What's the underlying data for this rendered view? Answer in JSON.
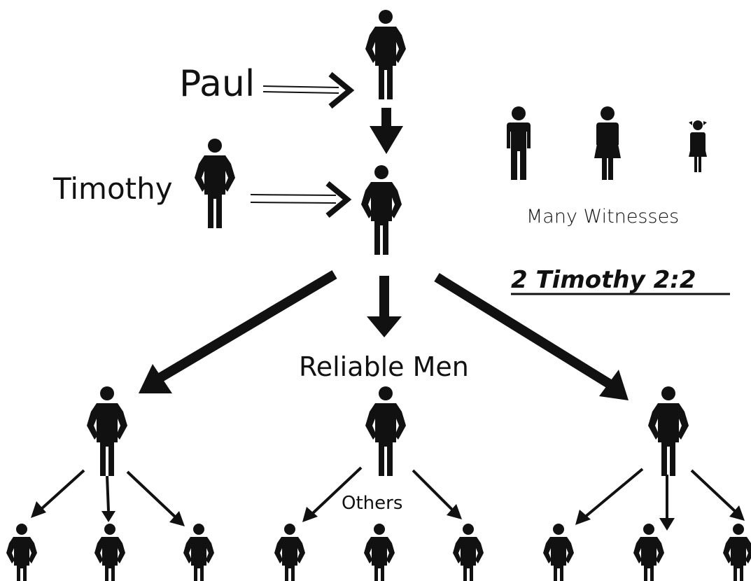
{
  "labels": {
    "paul": "Paul",
    "timothy": "Timothy",
    "reliable_men": "Reliable Men",
    "others": "Others",
    "many_witnesses": "Many Witnesses",
    "reference": "2 Timothy 2:2"
  },
  "colors": {
    "ink": "#111111",
    "background": "#ffffff"
  },
  "icons": {
    "man": "man-figure-icon",
    "woman": "woman-figure-icon",
    "girl": "girl-figure-icon"
  }
}
